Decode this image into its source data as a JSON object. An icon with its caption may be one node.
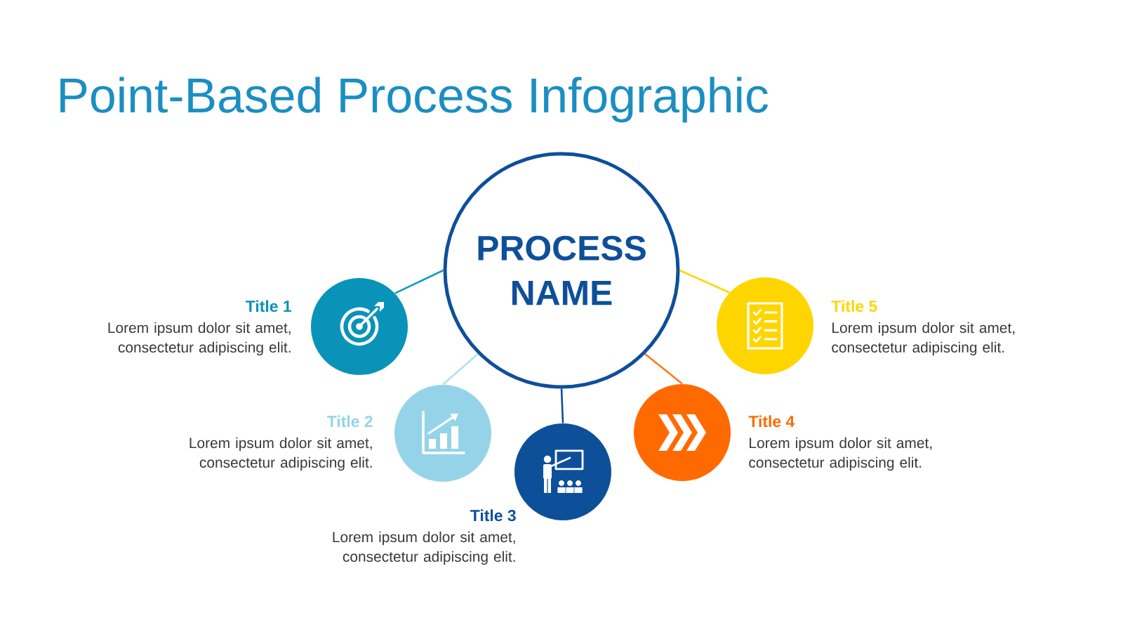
{
  "diagram": {
    "title": "Point-Based Process Infographic",
    "nodes": [
      {
        "text": [
          "PROCESS NAME"
        ]
      },
      {
        "text": [],
        "shape": "circle",
        "beside": [
          "Title 1",
          "Lorem ipsum dolor sit amet, consectetur adipiscing elit."
        ]
      },
      {
        "text": [],
        "shape": "circle",
        "beside": [
          "Title 2",
          "Lorem ipsum dolor sit amet, consectetur adipiscing elit."
        ]
      },
      {
        "text": [],
        "shape": "circle",
        "beside": [
          "Title 3",
          "Lorem ipsum dolor sit amet, consectetur adipiscing elit."
        ]
      },
      {
        "text": [],
        "shape": "circle",
        "beside": [
          "Title 4",
          "Lorem ipsum dolor sit amet, consectetur adipiscing elit."
        ]
      },
      {
        "text": [],
        "shape": "circle",
        "beside": [
          "Title 5",
          "Lorem ipsum dolor sit amet, consectetur adipiscing elit."
        ]
      }
    ],
    "edges": [
      {
        "from": 0,
        "to": 1,
        "arrow": "none",
        "color": "#1699c2"
      },
      {
        "from": 0,
        "to": 2,
        "arrow": "none",
        "color": "#b3e0ef"
      },
      {
        "from": 0,
        "to": 3,
        "arrow": "none",
        "color": "#0e4f9a"
      },
      {
        "from": 0,
        "to": 4,
        "arrow": "none",
        "color": "#ff7a21"
      },
      {
        "from": 0,
        "to": 5,
        "arrow": "none",
        "color": "#ffd600"
      }
    ]
  }
}
